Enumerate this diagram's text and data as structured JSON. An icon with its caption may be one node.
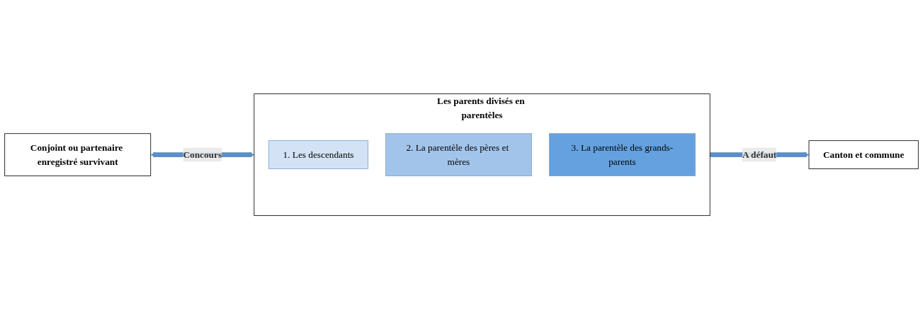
{
  "diagram": {
    "nodes": [
      {
        "text": [
          "Les parents divisés en parentèles"
        ]
      },
      {
        "text": [
          "1. Les descendants"
        ],
        "in": 0
      },
      {
        "text": [
          "2. La parentèle des pères et mères"
        ],
        "in": 0
      },
      {
        "text": [
          "3. La parentèle des grands-parents"
        ],
        "in": 0
      },
      {
        "text": [
          "Conjoint ou partenaire enregistré survivant"
        ]
      },
      {
        "text": [
          "Canton et commune"
        ]
      }
    ],
    "edges": [
      {
        "from": 4,
        "to": 0,
        "arrow": "both",
        "label": "Concours"
      },
      {
        "from": 0,
        "to": 5,
        "arrow": "to",
        "label": "A défaut"
      }
    ]
  }
}
